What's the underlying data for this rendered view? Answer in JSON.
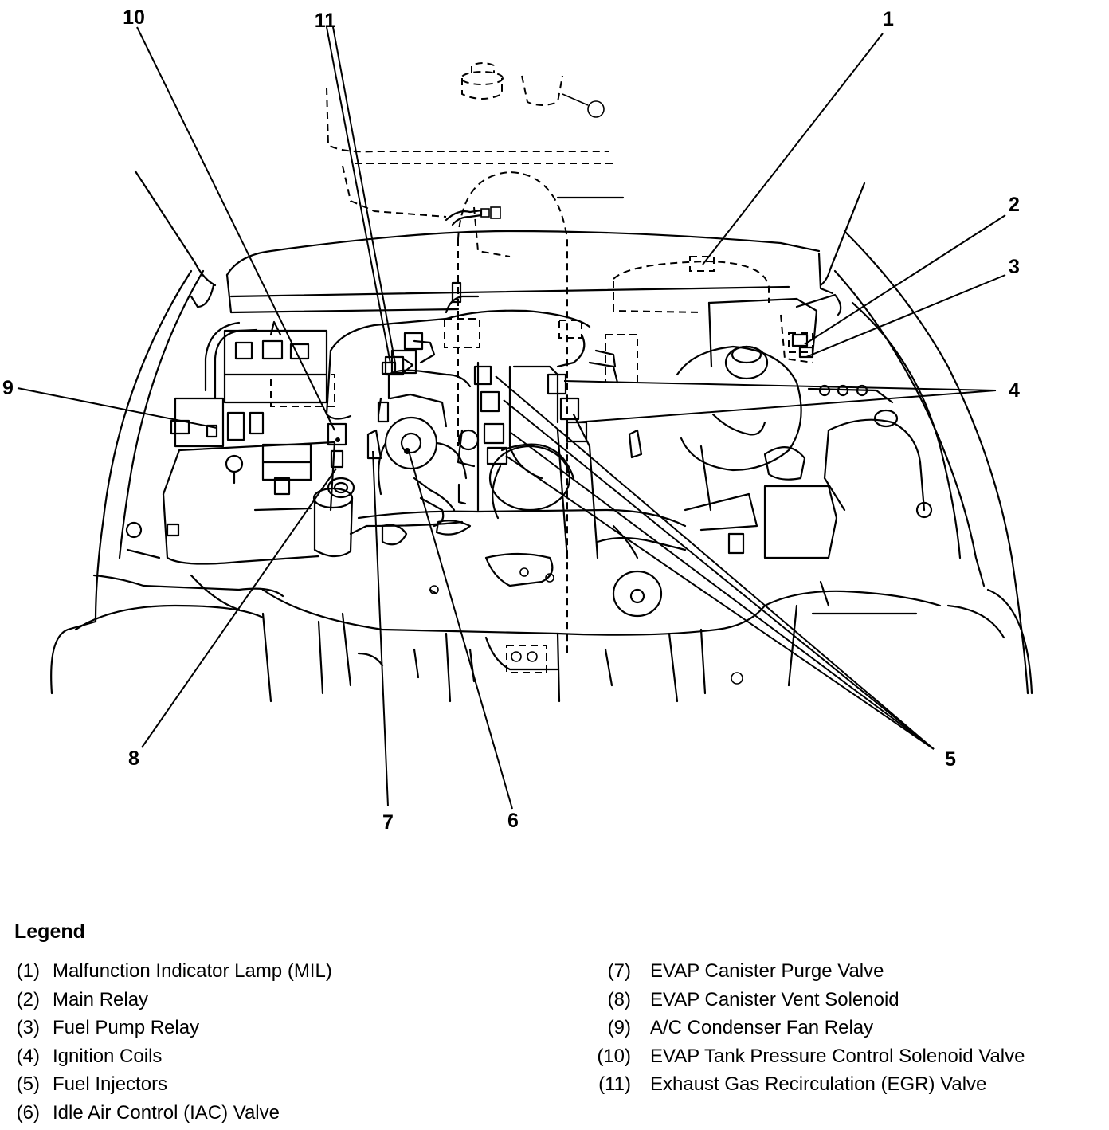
{
  "callouts": [
    "1",
    "2",
    "3",
    "4",
    "5",
    "6",
    "7",
    "8",
    "9",
    "10",
    "11"
  ],
  "legend": {
    "title": "Legend",
    "left": [
      {
        "num": "(1)",
        "text": "Malfunction Indicator Lamp (MIL)"
      },
      {
        "num": "(2)",
        "text": "Main Relay"
      },
      {
        "num": "(3)",
        "text": "Fuel Pump Relay"
      },
      {
        "num": "(4)",
        "text": "Ignition Coils"
      },
      {
        "num": "(5)",
        "text": "Fuel Injectors"
      },
      {
        "num": "(6)",
        "text": "Idle Air Control (IAC) Valve"
      }
    ],
    "right": [
      {
        "num": "(7)",
        "text": "EVAP Canister Purge Valve"
      },
      {
        "num": "(8)",
        "text": "EVAP Canister Vent Solenoid"
      },
      {
        "num": "(9)",
        "text": "A/C Condenser Fan Relay"
      },
      {
        "num": "(10)",
        "text": "EVAP Tank Pressure Control Solenoid Valve"
      },
      {
        "num": "(11)",
        "text": "Exhaust Gas Recirculation (EGR) Valve"
      }
    ]
  }
}
